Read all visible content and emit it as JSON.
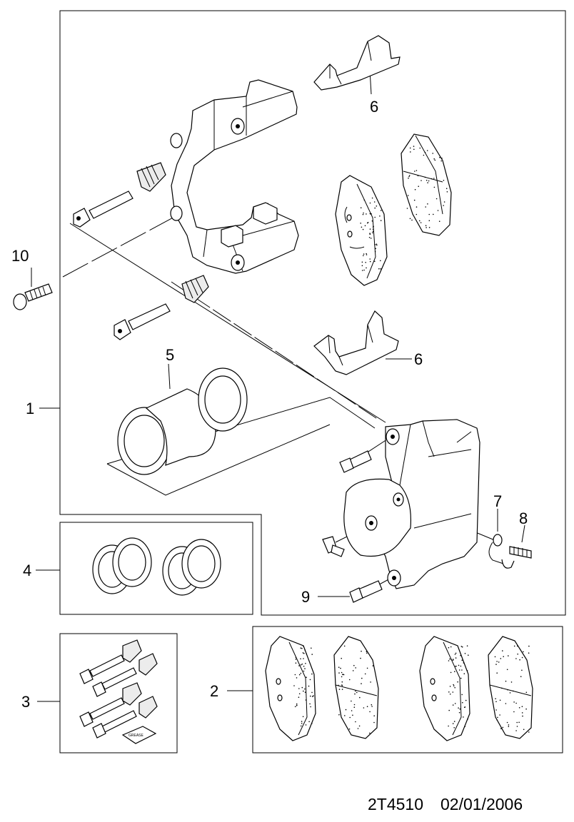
{
  "callouts": {
    "n1": "1",
    "n2": "2",
    "n3": "3",
    "n4": "4",
    "n5": "5",
    "n6a": "6",
    "n6b": "6",
    "n7": "7",
    "n8": "8",
    "n9": "9",
    "n10": "10"
  },
  "grease_label": "GREASE",
  "footer": {
    "code": "2T4510",
    "date": "02/01/2006"
  }
}
